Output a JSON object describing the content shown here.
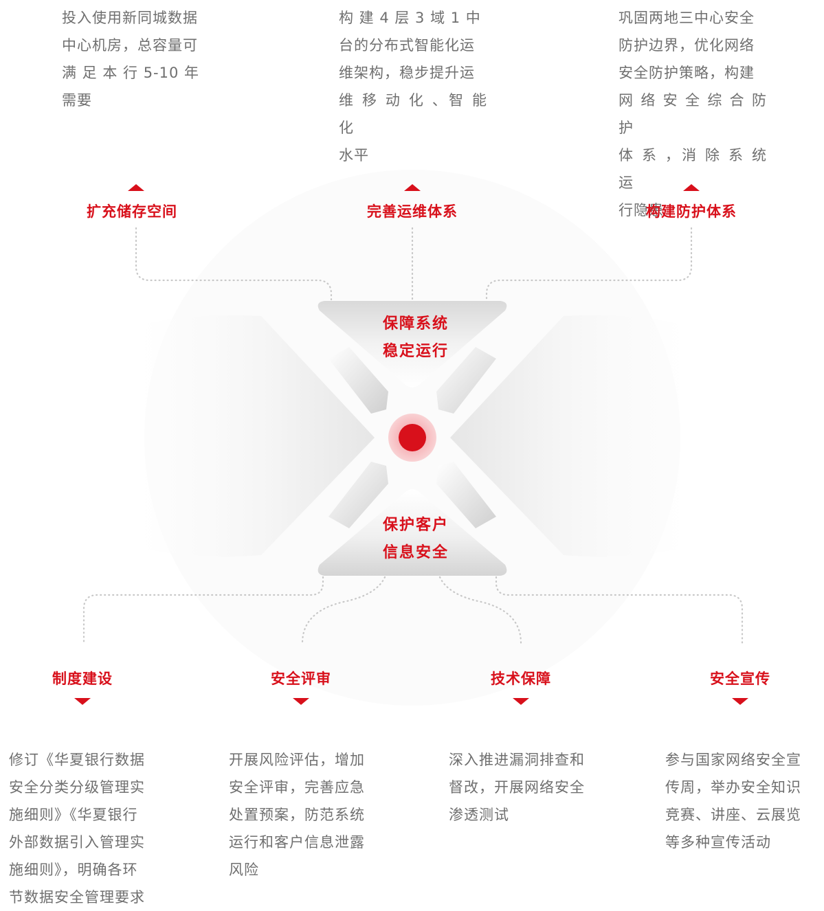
{
  "top": [
    {
      "label": "扩充储存空间",
      "desc": [
        "投入使用新同城数据",
        "中心机房，总容量可",
        "满 足 本 行 5-10 年",
        "需要"
      ]
    },
    {
      "label": "完善运维体系",
      "desc": [
        "构 建 4 层 3 域 1 中",
        "台的分布式智能化运",
        "维架构，稳步提升运",
        "维 移 动 化 、智 能 化",
        "水平"
      ]
    },
    {
      "label": "构建防护体系",
      "desc": [
        "巩固两地三中心安全",
        "防护边界，优化网络",
        "安全防护策略，构建",
        "网 络 安 全 综 合 防 护",
        "体 系 ，消 除 系 统 运",
        "行隐患"
      ]
    }
  ],
  "center": {
    "top_lines": [
      "保障系统",
      "稳定运行"
    ],
    "bottom_lines": [
      "保护客户",
      "信息安全"
    ]
  },
  "bottom": [
    {
      "label": "制度建设",
      "desc": [
        "修订《华夏银行数据",
        "安全分类分级管理实",
        "施细则》《华夏银行",
        "外部数据引入管理实",
        "施细则》，明确各环",
        "节数据安全管理要求"
      ]
    },
    {
      "label": "安全评审",
      "desc": [
        "开展风险评估，增加",
        "安全评审，完善应急",
        "处置预案，防范系统",
        "运行和客户信息泄露",
        "风险"
      ]
    },
    {
      "label": "技术保障",
      "desc": [
        "深入推进漏洞排查和",
        "督改，开展网络安全",
        "渗透测试"
      ]
    },
    {
      "label": "安全宣传",
      "desc": [
        "参与国家网络安全宣",
        "传周，举办安全知识",
        "竞赛、讲座、云展览",
        "等多种宣传活动"
      ]
    }
  ],
  "colors": {
    "accent": "#d8101b",
    "text": "#6f6f6f",
    "connector": "#c8c8c8",
    "shape_light": "#ffffff",
    "shape_dark": "#e2e2e2"
  }
}
